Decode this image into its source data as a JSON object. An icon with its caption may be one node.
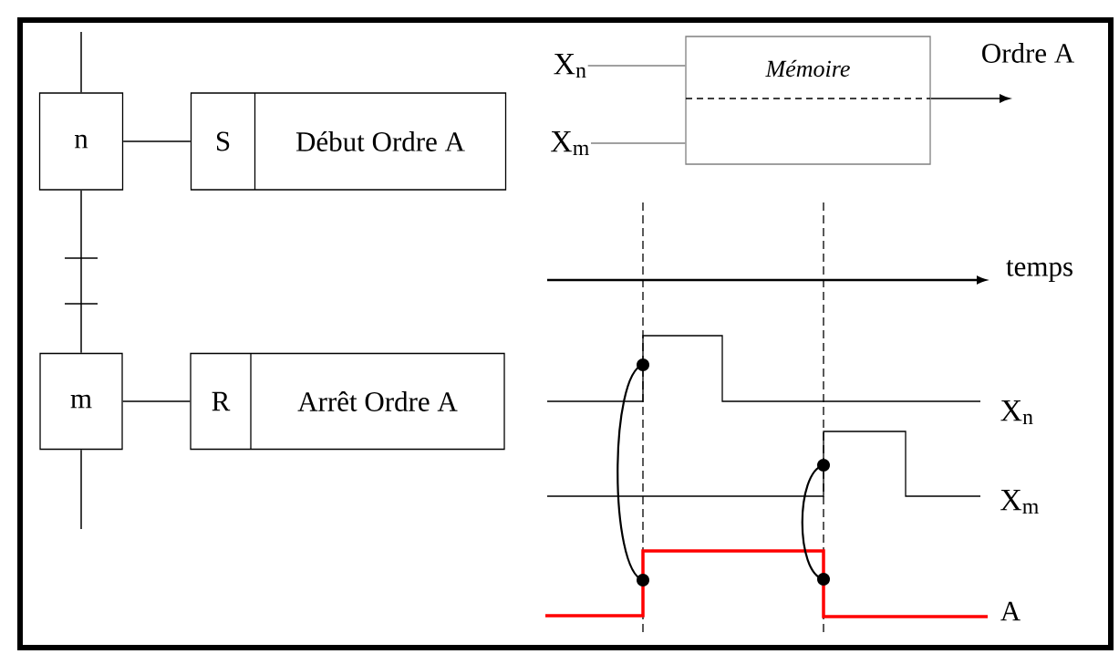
{
  "diagram": {
    "nodes": [
      {
        "text": [
          "n"
        ]
      },
      {
        "text": [
          "S",
          "Début Ordre A"
        ]
      },
      {
        "text": [
          "m"
        ]
      },
      {
        "text": [
          "R",
          "Arrêt Ordre A"
        ]
      },
      {
        "text": [
          "Mémoire"
        ]
      },
      {
        "text": [
          "X$_{n}$"
        ]
      },
      {
        "text": [
          "X$_{m}$"
        ]
      }
    ],
    "edges": [
      {
        "from": null,
        "to": 0,
        "arrow": "none"
      },
      {
        "from": 0,
        "to": 1,
        "arrow": "none"
      },
      {
        "from": 0,
        "to": 2,
        "arrow": "none"
      },
      {
        "from": 2,
        "to": 3,
        "arrow": "none"
      },
      {
        "from": 2,
        "to": null,
        "arrow": "none"
      },
      {
        "from": 5,
        "to": 4,
        "arrow": "none",
        "color": "#808080"
      },
      {
        "from": 6,
        "to": 4,
        "arrow": "none",
        "color": "#808080"
      },
      {
        "from": 4,
        "to": null,
        "arrow": "to",
        "label": "Ordre A"
      }
    ],
    "labels": [
      "temps",
      "X$_{n}$",
      "X$_{m}$",
      "A"
    ]
  }
}
